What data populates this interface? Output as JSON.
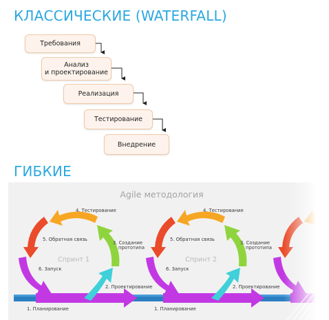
{
  "waterfall": {
    "heading": "КЛАССИЧЕСКИЕ (WATERFALL)",
    "steps": [
      "Требования",
      "Анализ\nи проектирование",
      "Реализация",
      "Тестирование",
      "Внедрение"
    ]
  },
  "agile": {
    "heading": "ГИБКИЕ",
    "title": "Agile методология",
    "sprints": [
      {
        "label": "Спринт 1",
        "steps": [
          "1. Планирование",
          "2. Проектирование",
          "3. Создание",
          "прототипа",
          "4. Тестирование",
          "5. Обратная связь",
          "6. Запуск"
        ]
      },
      {
        "label": "Спринт 2",
        "steps": [
          "1. Планирование",
          "2. Проектирование",
          "3. Создание",
          "прототипа",
          "4. Тестирование",
          "5. Обратная связь",
          "6. Запуск"
        ]
      }
    ],
    "colors": {
      "timeline": "#2b7fc1",
      "magenta": "#c239e4",
      "cyan": "#3fd0d9",
      "green": "#8fd43e",
      "orange": "#f6a623",
      "red": "#ea4b2a"
    }
  }
}
